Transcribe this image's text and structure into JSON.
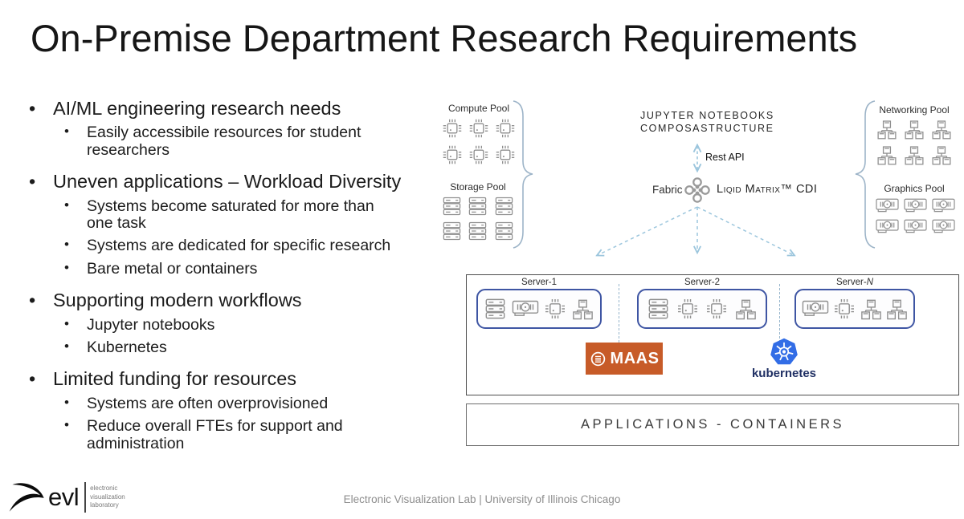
{
  "title": "On-Premise Department Research Requirements",
  "bullets": [
    {
      "text": "AI/ML engineering research needs",
      "children": [
        "Easily accessibile resources for student researchers"
      ]
    },
    {
      "text": "Uneven applications – Workload Diversity",
      "children": [
        "Systems become saturated for more than one task",
        "Systems are dedicated for specific research",
        "Bare metal or containers"
      ]
    },
    {
      "text": "Supporting modern workflows",
      "children": [
        "Jupyter notebooks",
        "Kubernetes"
      ]
    },
    {
      "text": "Limited funding for resources",
      "children": [
        "Systems are often overprovisioned",
        "Reduce overall FTEs for support and administration"
      ]
    }
  ],
  "diagram": {
    "pools": [
      {
        "id": "compute",
        "label": "Compute Pool",
        "icon": "cpu-icon",
        "count": 6
      },
      {
        "id": "storage",
        "label": "Storage Pool",
        "icon": "storage-icon",
        "count": 6
      },
      {
        "id": "networking",
        "label": "Networking Pool",
        "icon": "network-icon",
        "count": 6
      },
      {
        "id": "graphics",
        "label": "Graphics Pool",
        "icon": "gpu-icon",
        "count": 6
      }
    ],
    "center": {
      "jupyter_line1": "JUPYTER NOTEBOOKS",
      "jupyter_line2": "COMPOSASTRUCTURE",
      "rest_api": "Rest API",
      "fabric": "Fabric",
      "matrix": "Liqid Matrix™ CDI"
    },
    "servers": [
      {
        "prefix": "Server-",
        "suffix": "1",
        "italic": false,
        "icons": [
          "storage-icon",
          "gpu-icon",
          "cpu-icon",
          "network-icon"
        ]
      },
      {
        "prefix": "Server-",
        "suffix": "2",
        "italic": false,
        "icons": [
          "storage-icon",
          "cpu-icon",
          "cpu-icon",
          "network-icon"
        ]
      },
      {
        "prefix": "Server-",
        "suffix": "N",
        "italic": true,
        "icons": [
          "gpu-icon",
          "cpu-icon",
          "network-icon",
          "network-icon"
        ]
      }
    ],
    "maas_label": "MAAS",
    "kubernetes_label": "kubernetes",
    "applications_label": "APPLICATIONS - CONTAINERS",
    "colors": {
      "maas_orange": "#c75b28",
      "kubernetes_blue": "#326de6",
      "server_border": "#3e55a3",
      "arrow_blue": "#9cc6dd",
      "brace_blue": "#9db4c8",
      "icon_gray": "#8f8f8f"
    }
  },
  "footer": {
    "logo_text": "evl",
    "logo_lines": [
      "electronic",
      "visualization",
      "laboratory"
    ],
    "credit": "Electronic Visualization Lab | University of Illinois Chicago"
  }
}
